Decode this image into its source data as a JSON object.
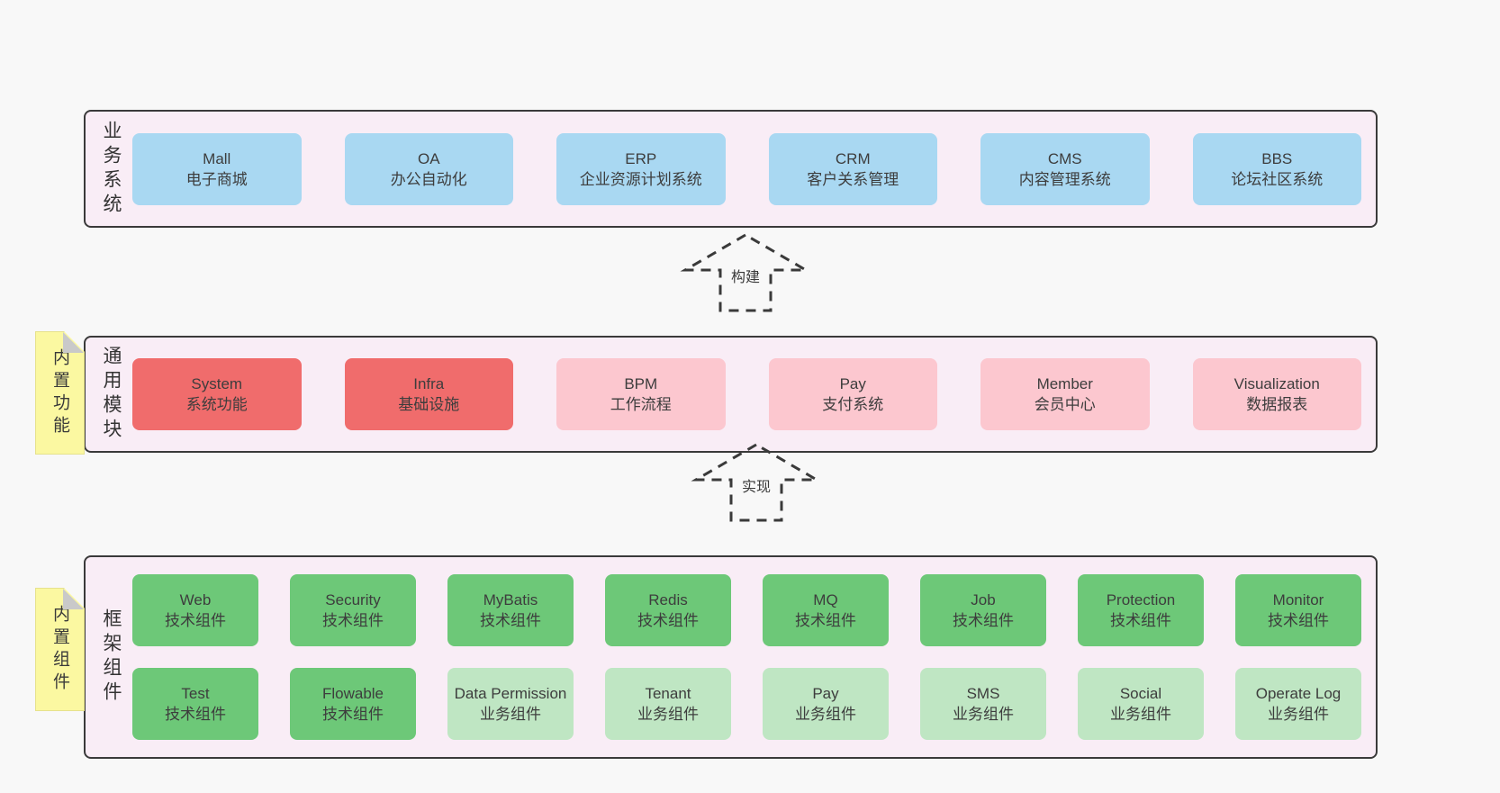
{
  "colors": {
    "page_background": "#f8f8f8",
    "layer_background": "#f9edf6",
    "layer_border": "#3a3a3a",
    "blue": "#a9d8f2",
    "red": "#f06c6c",
    "pink": "#fcc7cf",
    "green": "#6dc878",
    "lightgreen": "#bfe6c3",
    "note_yellow": "#fbf8a1",
    "note_fold_gray": "#c9c9c9",
    "text": "#3d3d3d"
  },
  "layers": [
    {
      "id": "business-systems",
      "label": "业务系统",
      "note": null,
      "rows": [
        [
          {
            "title": "Mall",
            "subtitle": "电子商城",
            "variant": "blue"
          },
          {
            "title": "OA",
            "subtitle": "办公自动化",
            "variant": "blue"
          },
          {
            "title": "ERP",
            "subtitle": "企业资源计划系统",
            "variant": "blue"
          },
          {
            "title": "CRM",
            "subtitle": "客户关系管理",
            "variant": "blue"
          },
          {
            "title": "CMS",
            "subtitle": "内容管理系统",
            "variant": "blue"
          },
          {
            "title": "BBS",
            "subtitle": "论坛社区系统",
            "variant": "blue"
          }
        ]
      ]
    },
    {
      "id": "common-modules",
      "label": "通用模块",
      "note": "内置功能",
      "rows": [
        [
          {
            "title": "System",
            "subtitle": "系统功能",
            "variant": "red"
          },
          {
            "title": "Infra",
            "subtitle": "基础设施",
            "variant": "red"
          },
          {
            "title": "BPM",
            "subtitle": "工作流程",
            "variant": "pink"
          },
          {
            "title": "Pay",
            "subtitle": "支付系统",
            "variant": "pink"
          },
          {
            "title": "Member",
            "subtitle": "会员中心",
            "variant": "pink"
          },
          {
            "title": "Visualization",
            "subtitle": "数据报表",
            "variant": "pink"
          }
        ]
      ]
    },
    {
      "id": "framework-components",
      "label": "框架组件",
      "note": "内置组件",
      "rows": [
        [
          {
            "title": "Web",
            "subtitle": "技术组件",
            "variant": "green"
          },
          {
            "title": "Security",
            "subtitle": "技术组件",
            "variant": "green"
          },
          {
            "title": "MyBatis",
            "subtitle": "技术组件",
            "variant": "green"
          },
          {
            "title": "Redis",
            "subtitle": "技术组件",
            "variant": "green"
          },
          {
            "title": "MQ",
            "subtitle": "技术组件",
            "variant": "green"
          },
          {
            "title": "Job",
            "subtitle": "技术组件",
            "variant": "green"
          },
          {
            "title": "Protection",
            "subtitle": "技术组件",
            "variant": "green"
          },
          {
            "title": "Monitor",
            "subtitle": "技术组件",
            "variant": "green"
          }
        ],
        [
          {
            "title": "Test",
            "subtitle": "技术组件",
            "variant": "green"
          },
          {
            "title": "Flowable",
            "subtitle": "技术组件",
            "variant": "green"
          },
          {
            "title": "Data Permission",
            "subtitle": "业务组件",
            "variant": "lightgreen"
          },
          {
            "title": "Tenant",
            "subtitle": "业务组件",
            "variant": "lightgreen"
          },
          {
            "title": "Pay",
            "subtitle": "业务组件",
            "variant": "lightgreen"
          },
          {
            "title": "SMS",
            "subtitle": "业务组件",
            "variant": "lightgreen"
          },
          {
            "title": "Social",
            "subtitle": "业务组件",
            "variant": "lightgreen"
          },
          {
            "title": "Operate Log",
            "subtitle": "业务组件",
            "variant": "lightgreen"
          }
        ]
      ]
    }
  ],
  "arrows": [
    {
      "label": "构建"
    },
    {
      "label": "实现"
    }
  ]
}
